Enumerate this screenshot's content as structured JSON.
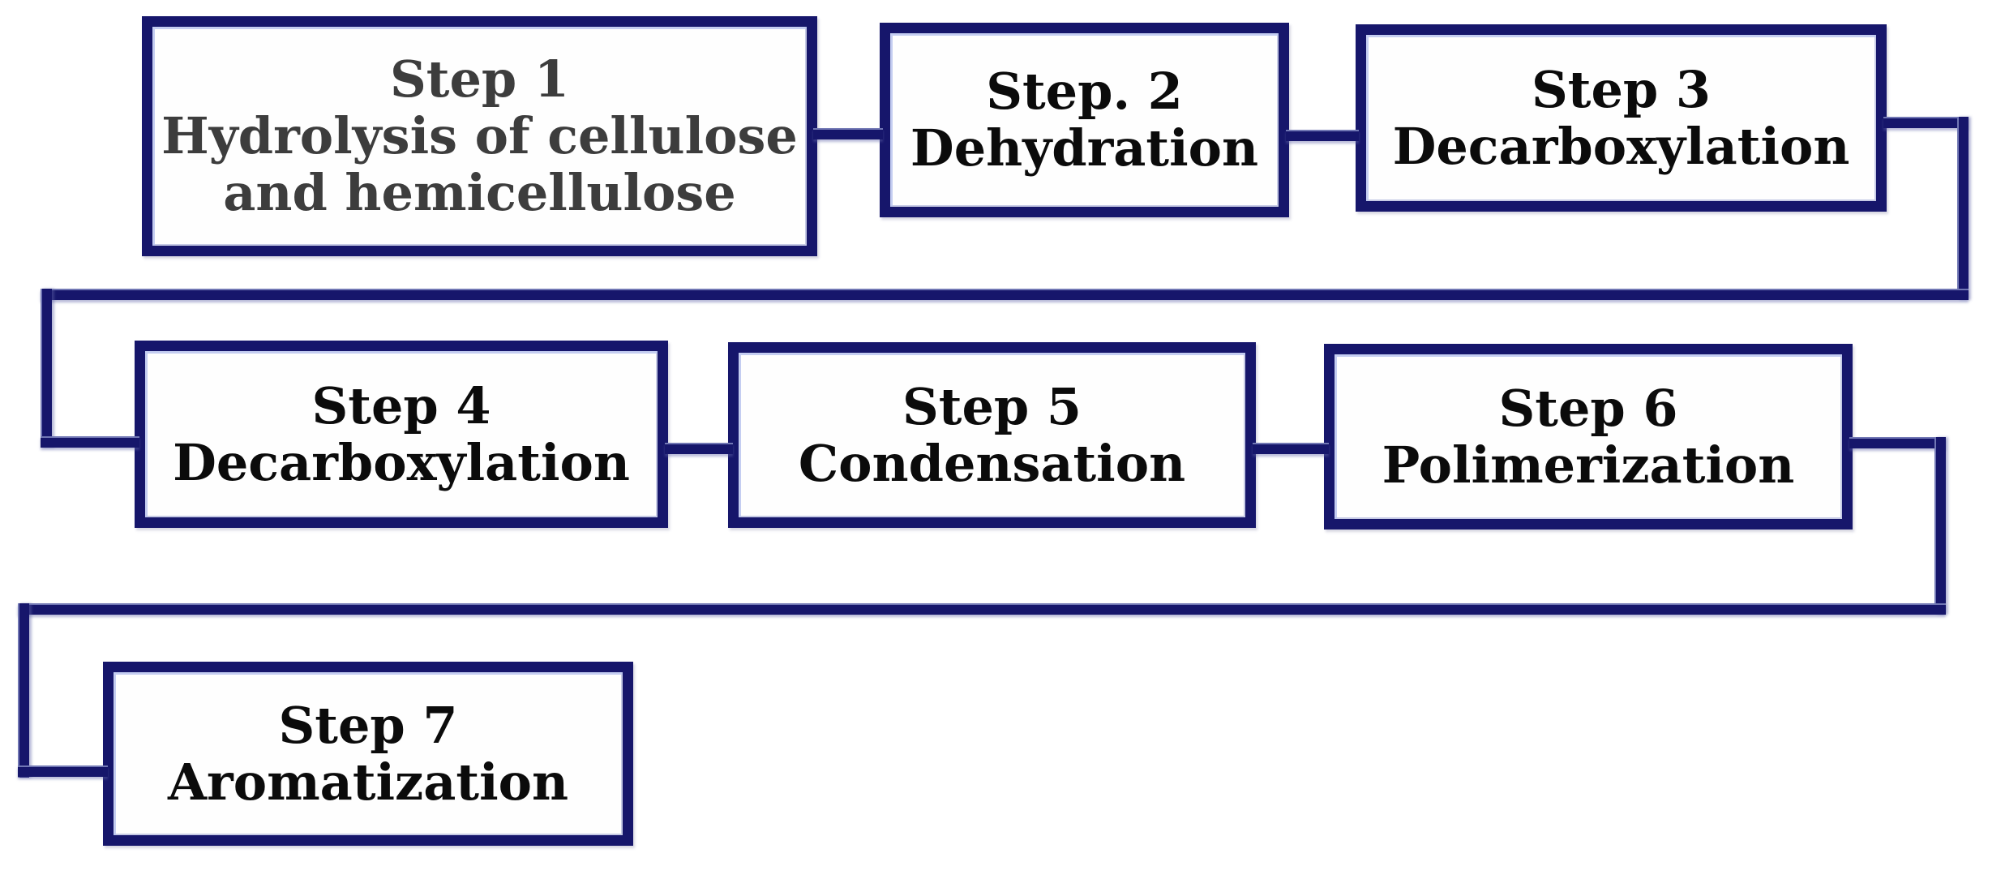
{
  "diagram": {
    "type": "flowchart",
    "colors": {
      "line": "#16166b",
      "box_background": "#fefefe",
      "text_primary": "#0b0b0b",
      "text_step1": "#3d3d3d"
    },
    "steps": [
      {
        "title": "Step 1",
        "lines": [
          "Hydrolysis of cellulose",
          "and hemicellulose"
        ]
      },
      {
        "title": "Step. 2",
        "lines": [
          "Dehydration"
        ]
      },
      {
        "title": "Step 3",
        "lines": [
          "Decarboxylation"
        ]
      },
      {
        "title": "Step 4",
        "lines": [
          "Decarboxylation"
        ]
      },
      {
        "title": "Step 5",
        "lines": [
          "Condensation"
        ]
      },
      {
        "title": "Step 6",
        "lines": [
          "Polimerization"
        ]
      },
      {
        "title": "Step 7",
        "lines": [
          "Aromatization"
        ]
      }
    ],
    "connections": [
      {
        "from": "Step 1",
        "to": "Step. 2"
      },
      {
        "from": "Step. 2",
        "to": "Step 3"
      },
      {
        "from": "Step 3",
        "to": "Step 4"
      },
      {
        "from": "Step 4",
        "to": "Step 5"
      },
      {
        "from": "Step 5",
        "to": "Step 6"
      },
      {
        "from": "Step 6",
        "to": "Step 7"
      }
    ]
  }
}
